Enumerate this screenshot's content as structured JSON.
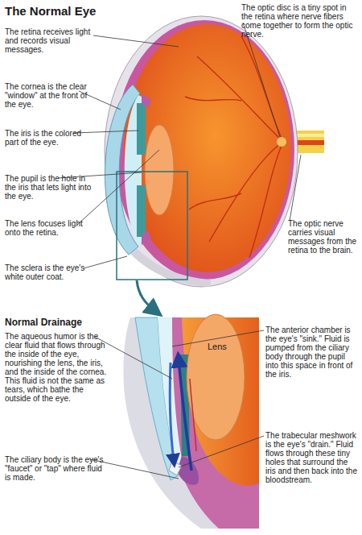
{
  "diagram": {
    "title": "The Normal Eye",
    "labels": [
      "The retina receives light and records visual messages.",
      "The cornea is the clear \"window\" at the front of the eye.",
      "The iris is the colored part of the eye.",
      "The pupil is the hole in the iris that lets light into the eye.",
      "The lens focuses light onto the retina.",
      "The sclera is the eye's white outer coat.",
      "The optic disc is a tiny spot in the retina where nerve fibers come together to form the optic nerve.",
      "The optic nerve carries visual messages from the retina to the brain.",
      "Normal Drainage",
      "The aqueous humor is the clear fluid that flows through the inside of the eye, nourishing the lens, the iris, and the inside of the cornea. This fluid is not the same as tears, which bathe the outside of the eye.",
      "Lens",
      "The anterior chamber is the eye's \"sink.\" Fluid is pumped from the ciliary body through the pupil into this space in front of the iris.",
      "The ciliary body is the eye's \"faucet\" or \"tap\" where fluid is made.",
      "The trabecular meshwork is the eye's \"drain.\" Fluid flows through these tiny holes that surround the iris and then back into the bloodstream."
    ]
  }
}
